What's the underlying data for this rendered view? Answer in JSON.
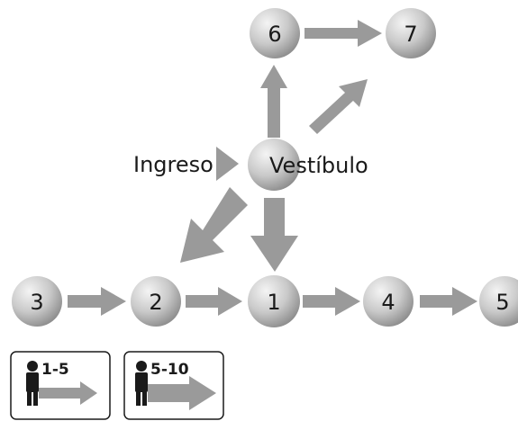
{
  "diagram": {
    "nodes": [
      {
        "id": "6",
        "label": "6"
      },
      {
        "id": "7",
        "label": "7"
      },
      {
        "id": "vestibulo",
        "label": "Vestíbulo"
      },
      {
        "id": "3",
        "label": "3"
      },
      {
        "id": "2",
        "label": "2"
      },
      {
        "id": "1",
        "label": "1"
      },
      {
        "id": "4",
        "label": "4"
      },
      {
        "id": "5",
        "label": "5"
      }
    ],
    "entrance_label": "Ingreso",
    "flows": [
      {
        "from": "vestibulo",
        "to": "6",
        "weight": "small"
      },
      {
        "from": "vestibulo",
        "to": "7",
        "weight": "small"
      },
      {
        "from": "6",
        "to": "7",
        "weight": "small"
      },
      {
        "from": "vestibulo",
        "to": "2",
        "weight": "large"
      },
      {
        "from": "vestibulo",
        "to": "1",
        "weight": "large"
      },
      {
        "from": "3",
        "to": "2",
        "weight": "small"
      },
      {
        "from": "2",
        "to": "1",
        "weight": "small"
      },
      {
        "from": "1",
        "to": "4",
        "weight": "small"
      },
      {
        "from": "4",
        "to": "5",
        "weight": "small"
      }
    ],
    "legend": [
      {
        "label": "1-5",
        "weight": "small"
      },
      {
        "label": "5-10",
        "weight": "large"
      }
    ],
    "colors": {
      "arrow": "#9a9a9a",
      "node_light": "#f4f4f4",
      "node_dark": "#8c8c8c",
      "text": "#1a1a1a",
      "person": "#1a1a1a"
    }
  }
}
